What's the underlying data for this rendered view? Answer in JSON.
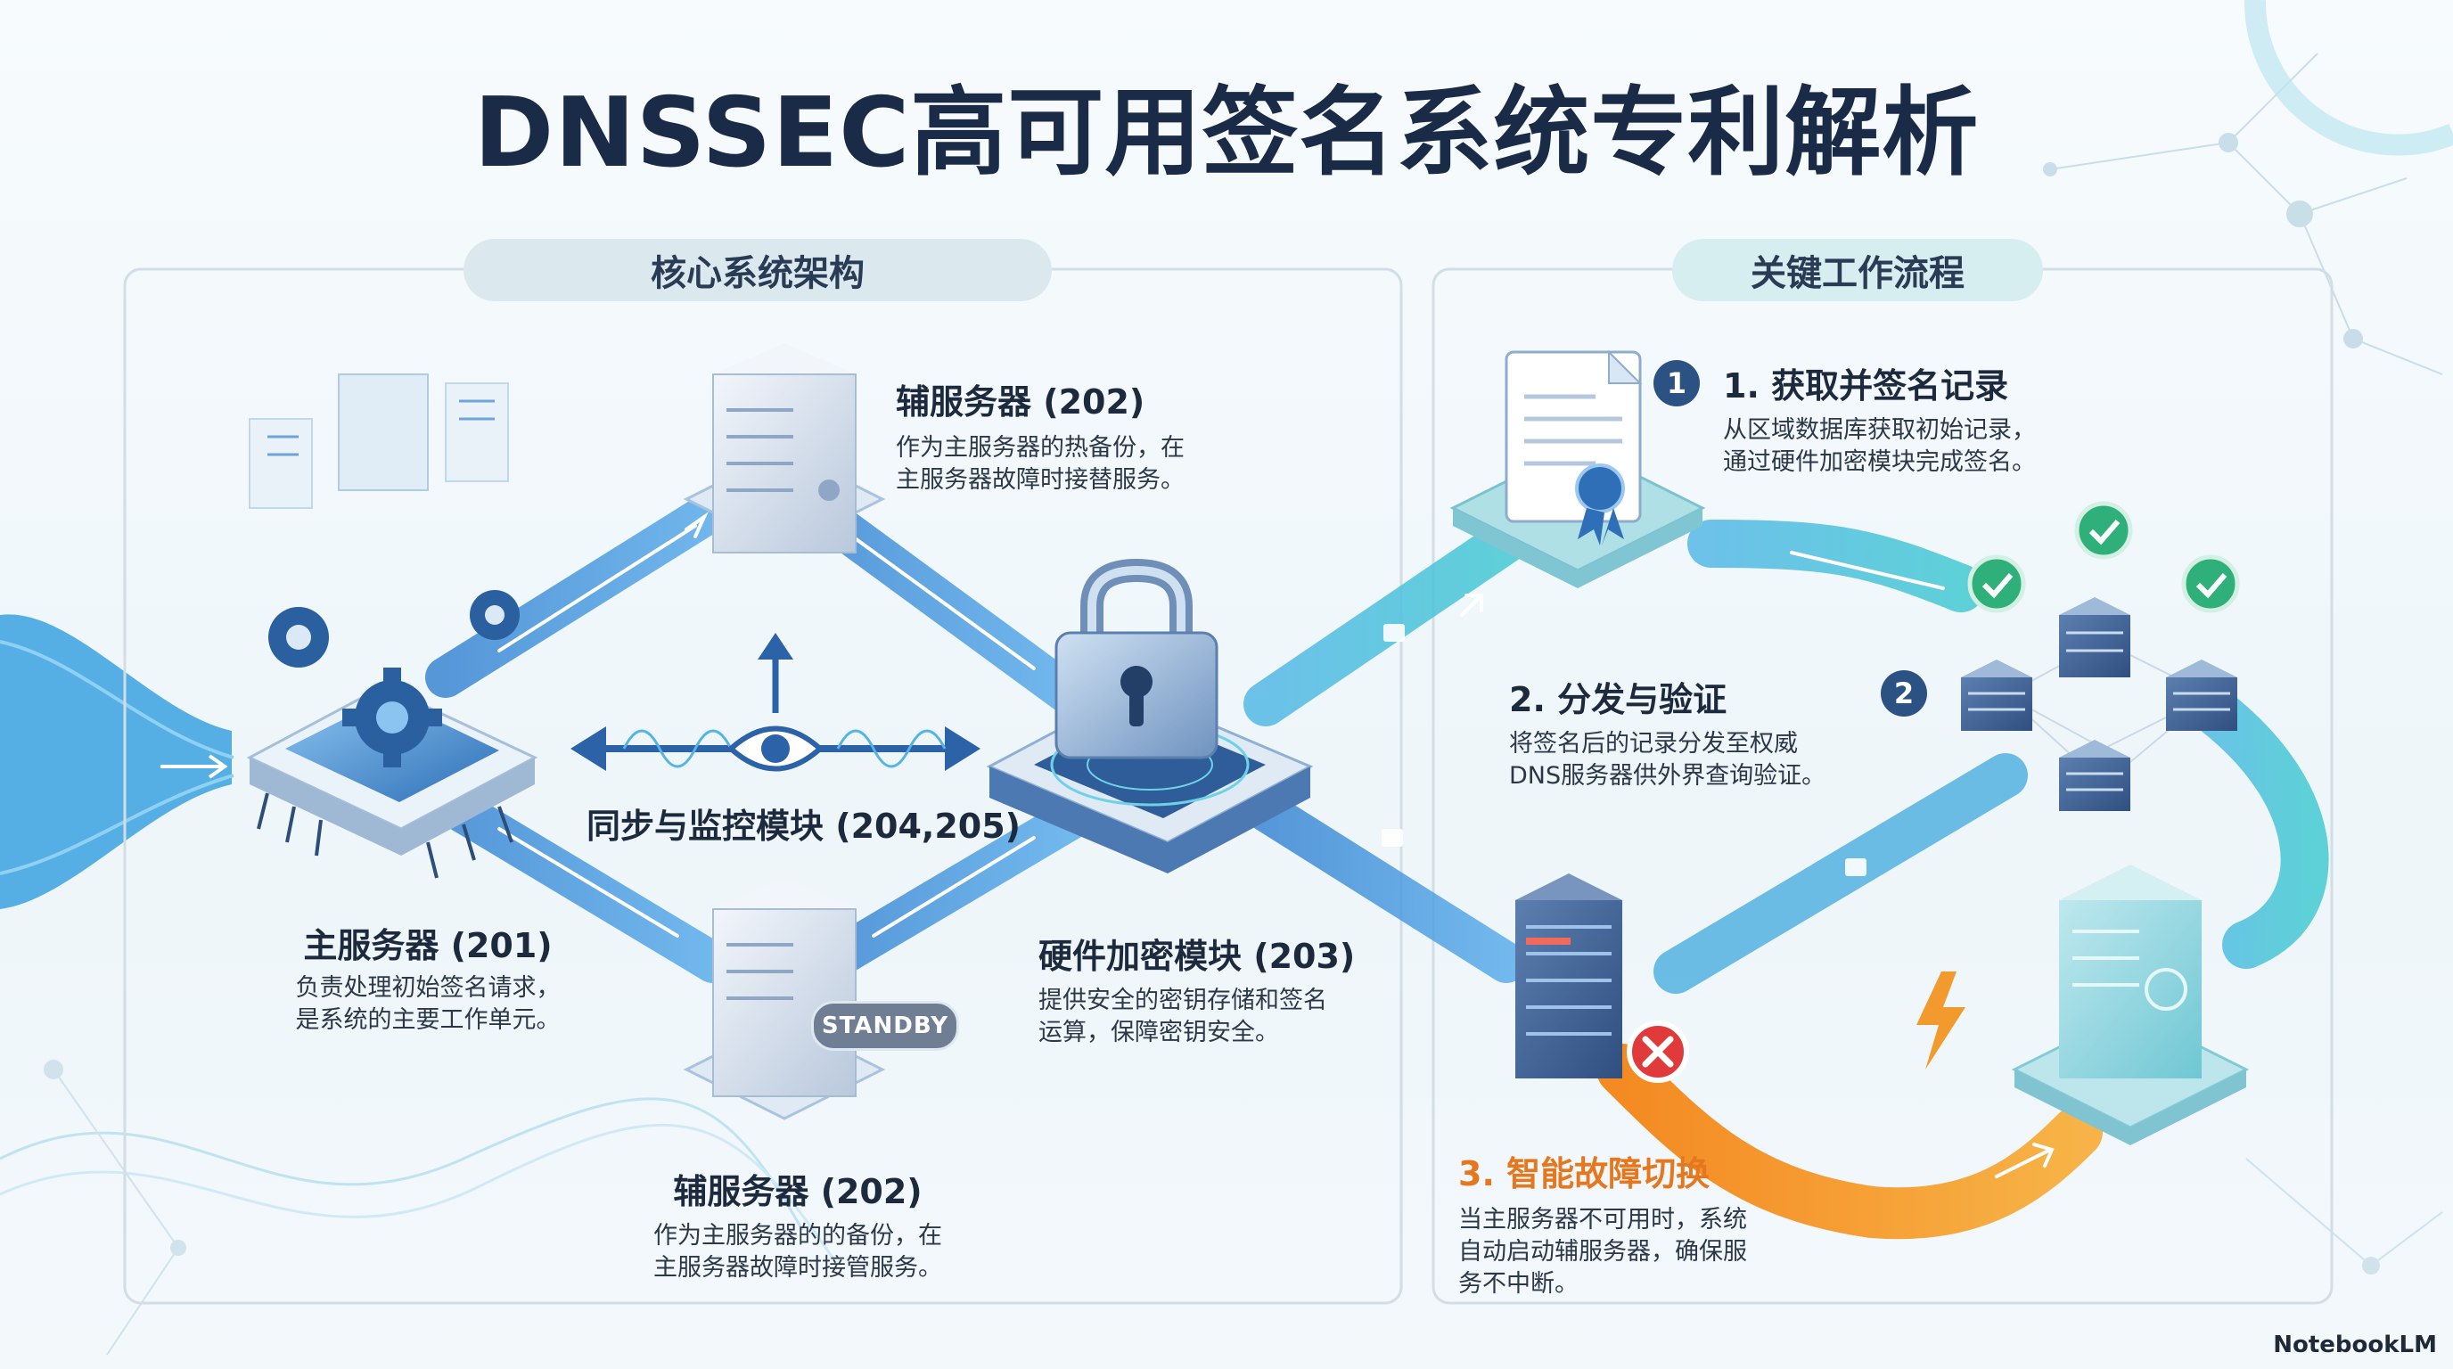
{
  "title": "DNSSEC高可用签名系统专利解析",
  "sections": {
    "architecture": "核心系统架构",
    "workflow": "关键工作流程"
  },
  "architecture": {
    "secondary_top": {
      "heading": "辅服务器 (202)",
      "desc": "作为主服务器的热备份，在\n主服务器故障时接替服务。"
    },
    "sync_monitor": {
      "heading": "同步与监控模块 (204,205)"
    },
    "primary": {
      "heading": "主服务器 (201)",
      "desc": "负责处理初始签名请求，\n是系统的主要工作单元。"
    },
    "hsm": {
      "heading": "硬件加密模块 (203)",
      "desc": "提供安全的密钥存储和签名\n运算，保障密钥安全。"
    },
    "secondary_bottom": {
      "heading": "辅服务器 (202)",
      "desc": "作为主服务器的的备份，在\n主服务器故障时接管服务。",
      "badge": "STANDBY"
    }
  },
  "workflow": {
    "steps": [
      {
        "number": "1",
        "heading": "1. 获取并签名记录",
        "desc": "从区域数据库获取初始记录，\n通过硬件加密模块完成签名。"
      },
      {
        "number": "2",
        "heading": "2. 分发与验证",
        "desc": "将签名后的记录分发至权威\nDNS服务器供外界查询验证。"
      },
      {
        "number": "",
        "heading": "3. 智能故障切换",
        "desc": "当主服务器不可用时，系统\n自动启动辅服务器，确保服\n务不中断。"
      }
    ]
  },
  "brand": "NotebookLM",
  "colors": {
    "title": "#1a2b47",
    "flow_blue": "#3a8fd8",
    "flow_teal": "#4ec3d6",
    "failover_orange": "#f29a2e",
    "check_green": "#2fb07a",
    "error_red": "#e03a3a"
  },
  "icons": [
    "gear-icon",
    "lock-icon",
    "eye-icon",
    "document-icon",
    "certificate-seal-icon",
    "server-icon",
    "check-icon",
    "error-x-icon",
    "lightning-icon"
  ]
}
